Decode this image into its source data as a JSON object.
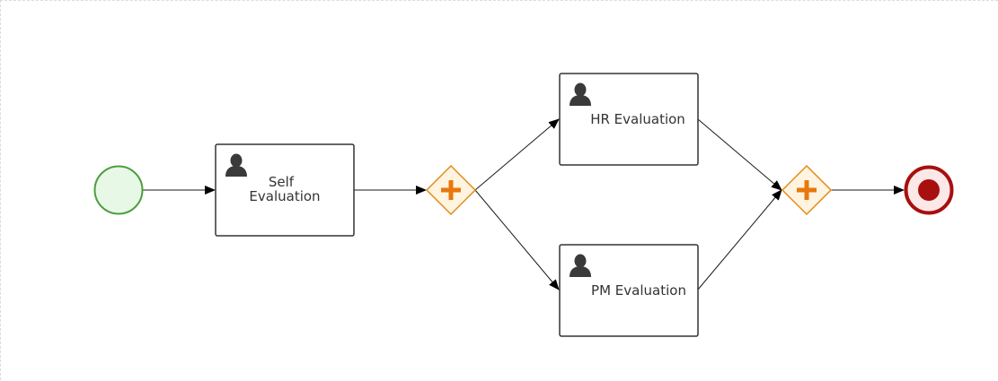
{
  "diagram": {
    "tasks": {
      "self_evaluation": {
        "line1": "Self",
        "line2": "Evaluation"
      },
      "hr_evaluation": {
        "label": "HR Evaluation"
      },
      "pm_evaluation": {
        "label": "PM Evaluation"
      }
    },
    "colors": {
      "start_fill": "#e8f8e6",
      "start_stroke": "#4c9e3f",
      "gateway_fill": "#fff4e0",
      "gateway_stroke": "#e38a18",
      "gateway_plus": "#e8780c",
      "end_fill": "#fde8e8",
      "end_stroke": "#a80f0f",
      "task_stroke": "#333333",
      "user_icon": "#3a3a3a",
      "flow_line": "#1a1a1a"
    },
    "icons": {
      "task_icon": "user-icon",
      "gateway_icon": "parallel-gateway-plus-icon",
      "end_icon": "terminate-end-event-icon"
    }
  }
}
